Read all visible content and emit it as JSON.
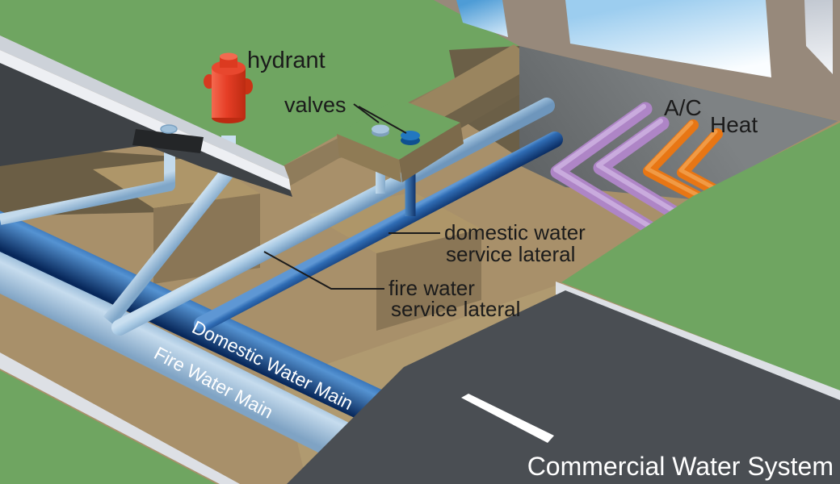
{
  "title": {
    "text": "Commercial Water System"
  },
  "callouts": {
    "hydrant": "hydrant",
    "valves": "valves",
    "ac": "A/C",
    "heat": "Heat",
    "domestic_lateral": [
      "domestic water",
      "service lateral"
    ],
    "fire_lateral": [
      "fire water",
      "service lateral"
    ]
  },
  "pipe_labels": {
    "domestic_main": "Domestic Water Main",
    "fire_main": "Fire Water Main"
  },
  "legend_semantics": {
    "domestic_pipes": "dark blue",
    "fire_pipes": "light blue",
    "ac_pipes": "purple",
    "heat_pipes": "orange"
  },
  "colors": {
    "grass": "#6FA561",
    "soil": "#A8906A",
    "soil_light": "#B09A70",
    "soil_dark": "#8A7757",
    "soil_shadow": "#6B5E45",
    "road": "#4A4E53",
    "asphalt": "#3E4246",
    "slab": "#242628",
    "sidewalk": "#CDD2D9",
    "sidewalk_face": "#EDEFF3",
    "curb": "#DDE0E5",
    "wall": "#97897B",
    "foundation": "#75787B",
    "domestic_blue": "#1D5CA8",
    "fire_blue": "#9FC2DF",
    "ac_purple": "#AE85C6",
    "heat_orange": "#E87614",
    "hydrant_red": "#E63E26",
    "label_dark": "#1B1B1B",
    "label_light": "#FFFFFF"
  }
}
